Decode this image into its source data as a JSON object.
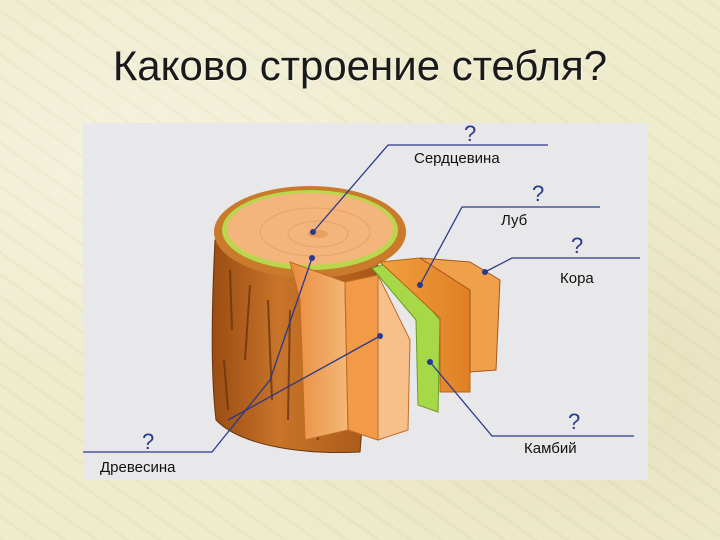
{
  "slide": {
    "title": "Каково строение стебля?"
  },
  "diagram": {
    "question_mark": "?",
    "labels": {
      "pith": "Сердцевина",
      "phloem": "Луб",
      "bark": "Кора",
      "cambium": "Камбий",
      "wood": "Древесина"
    },
    "colors": {
      "panel": "#e8e8ea",
      "leader_line": "#2a3a8a",
      "bark": "#b8621e",
      "wood": "#f1a760",
      "cambium": "#a6d848",
      "phloem": "#e78f2c"
    }
  }
}
